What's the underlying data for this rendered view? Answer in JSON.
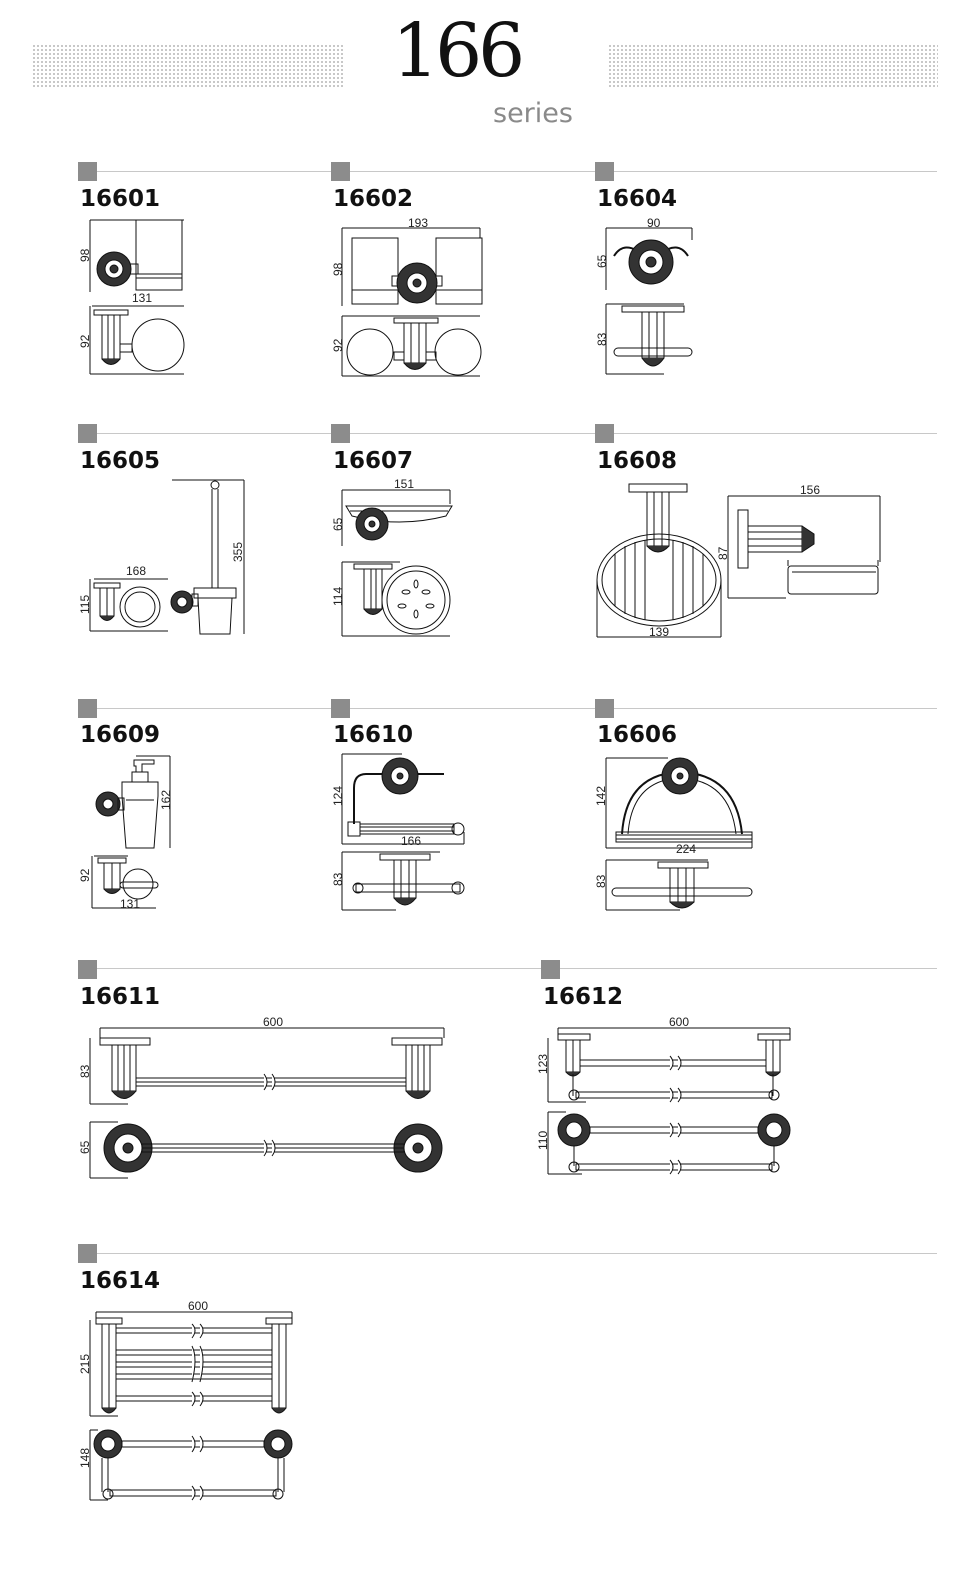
{
  "header": {
    "series_number": "166",
    "series_word": "series"
  },
  "products": [
    {
      "code": "16601",
      "dims": [
        "98",
        "131",
        "92"
      ]
    },
    {
      "code": "16602",
      "dims": [
        "193",
        "98",
        "92"
      ]
    },
    {
      "code": "16604",
      "dims": [
        "90",
        "65",
        "83"
      ]
    },
    {
      "code": "16605",
      "dims": [
        "355",
        "168",
        "115"
      ]
    },
    {
      "code": "16607",
      "dims": [
        "151",
        "65",
        "114"
      ]
    },
    {
      "code": "16608",
      "dims": [
        "156",
        "87",
        "139"
      ]
    },
    {
      "code": "16609",
      "dims": [
        "162",
        "92",
        "131"
      ]
    },
    {
      "code": "16610",
      "dims": [
        "124",
        "166",
        "83"
      ]
    },
    {
      "code": "16606",
      "dims": [
        "142",
        "224",
        "83"
      ]
    },
    {
      "code": "16611",
      "dims": [
        "600",
        "83",
        "65"
      ]
    },
    {
      "code": "16612",
      "dims": [
        "600",
        "123",
        "110"
      ]
    },
    {
      "code": "16614",
      "dims": [
        "600",
        "215",
        "148"
      ]
    }
  ]
}
